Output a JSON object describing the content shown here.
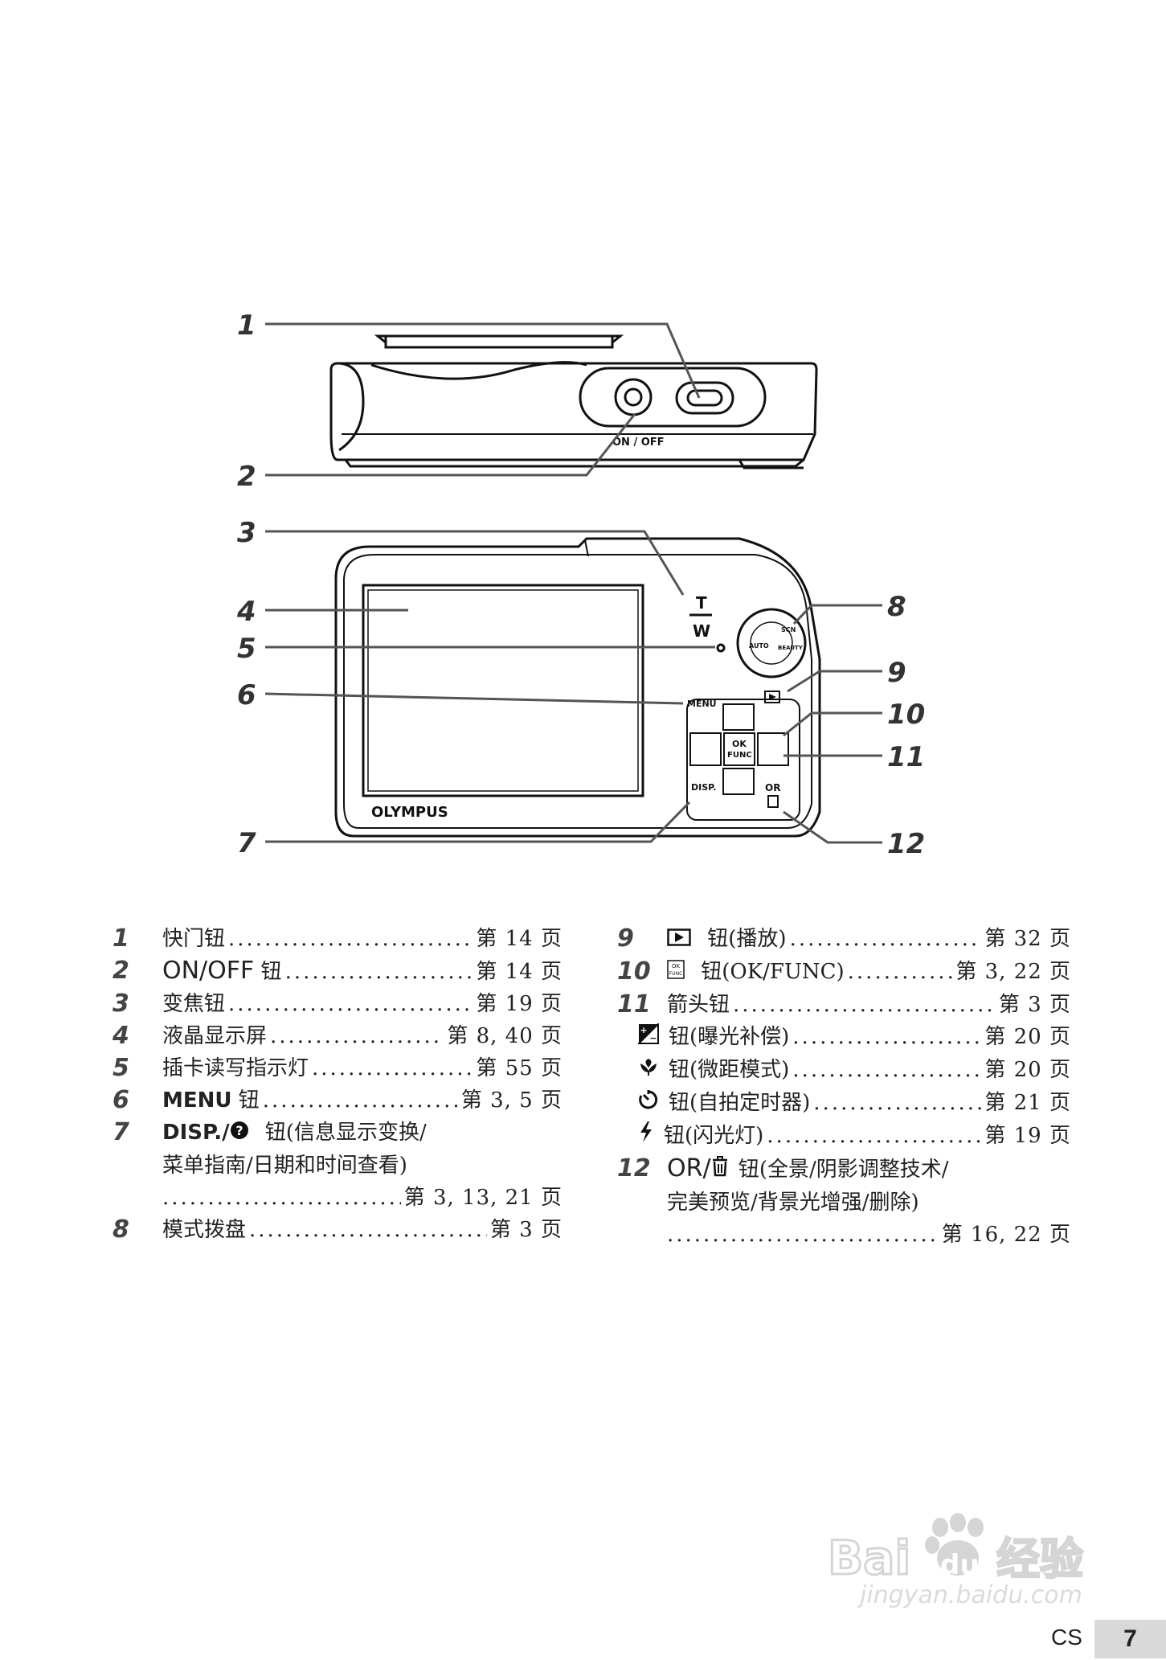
{
  "diagram": {
    "callouts": [
      "1",
      "2",
      "3",
      "4",
      "5",
      "6",
      "7",
      "8",
      "9",
      "10",
      "11",
      "12"
    ],
    "labels": {
      "on_off": "ON / OFF",
      "zoom_t": "T",
      "zoom_w": "W",
      "menu": "MENU",
      "ok": "OK",
      "func": "FUNC",
      "disp": "DISP.",
      "or": "OR",
      "brand": "OLYMPUS",
      "dial_auto": "AUTO",
      "dial_beauty": "BEAUTY",
      "dial_scn": "SCN"
    }
  },
  "list_left": [
    {
      "num": "1",
      "label": "快门钮",
      "ref": "第 14 页"
    },
    {
      "num": "2",
      "label_sans": "ON/OFF",
      "label": " 钮",
      "ref": "第 14 页"
    },
    {
      "num": "3",
      "label": "变焦钮",
      "ref": "第 19 页"
    },
    {
      "num": "4",
      "label": "液晶显示屏",
      "ref": "第 8, 40 页"
    },
    {
      "num": "5",
      "label": "插卡读写指示灯",
      "ref": "第 55 页"
    },
    {
      "num": "6",
      "label_sans": "MENU",
      "label": " 钮",
      "ref": "第 3, 5 页"
    },
    {
      "num": "7",
      "label_sans": "DISP./",
      "label": " 钮(信息显示变换/",
      "cont": "菜单指南/日期和时间查看)",
      "ref": "第 3, 13, 21 页"
    },
    {
      "num": "8",
      "label": "模式拨盘",
      "ref": "第 3 页"
    }
  ],
  "list_right": [
    {
      "num": "9",
      "label": " 钮(播放)",
      "ref": "第 32 页",
      "icon": "playback-icon"
    },
    {
      "num": "10",
      "label": " 钮(OK/FUNC)",
      "ref": "第 3, 22 页",
      "icon": "ok-func-icon"
    },
    {
      "num": "11",
      "label": "箭头钮",
      "ref": "第 3 页"
    },
    {
      "label": "钮(曝光补偿)",
      "ref": "第 20 页",
      "icon": "exposure-compensation-icon"
    },
    {
      "label": "钮(微距模式)",
      "ref": "第 20 页",
      "icon": "macro-icon"
    },
    {
      "label": "钮(自拍定时器)",
      "ref": "第 21 页",
      "icon": "self-timer-icon"
    },
    {
      "label": "钮(闪光灯)",
      "ref": "第 19 页",
      "icon": "flash-icon"
    },
    {
      "num": "12",
      "label_sans": "OR/",
      "label": " 钮(全景/阴影调整技术/",
      "cont": "完美预览/背景光增强/删除)",
      "ref": "第 16, 22 页",
      "icon": "trash-icon"
    }
  ],
  "watermark": {
    "brand_latin": "Bai",
    "brand_latin2": "du",
    "brand_cn": "经验",
    "url": "jingyan.baidu.com"
  },
  "footer": {
    "lang": "CS",
    "page": "7"
  }
}
